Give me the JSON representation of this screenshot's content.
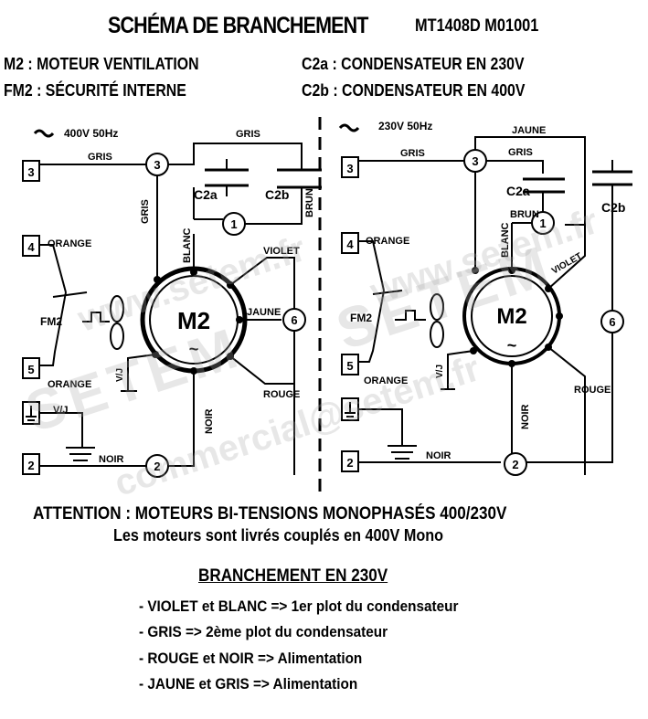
{
  "header": {
    "title": "SCHÉMA DE BRANCHEMENT",
    "model": "MT1408D M01001"
  },
  "legend": {
    "m2": "M2 : MOTEUR VENTILATION",
    "fm2": "FM2 : SÉCURITÉ INTERNE",
    "c2a": "C2a : CONDENSATEUR EN 230V",
    "c2b": "C2b : CONDENSATEUR EN 400V"
  },
  "left_diagram": {
    "supply": "400V 50Hz",
    "motor": "M2",
    "motor_symbol": "~",
    "thermal": "FM2",
    "cap_a": "C2a",
    "cap_b": "C2b",
    "wires": {
      "gris_top": "GRIS",
      "gris_feed": "GRIS",
      "gris_vertical": "GRIS",
      "brun": "BRUN",
      "blanc": "BLANC",
      "violet": "VIOLET",
      "jaune": "JAUNE",
      "rouge": "ROUGE",
      "orange_top": "ORANGE",
      "orange_bottom": "ORANGE",
      "vj_motor": "V/J",
      "vj_earth": "V/J",
      "noir_vertical": "NOIR",
      "noir_bottom": "NOIR"
    },
    "terminals": {
      "t3": "3",
      "t4": "4",
      "t5": "5",
      "t2": "2"
    },
    "nodes": {
      "n3": "3",
      "n1": "1",
      "n6": "6",
      "n2": "2"
    }
  },
  "right_diagram": {
    "supply": "230V 50Hz",
    "motor": "M2",
    "motor_symbol": "~",
    "thermal": "FM2",
    "cap_a": "C2a",
    "cap_b": "C2b",
    "wires": {
      "jaune_top": "JAUNE",
      "gris_feed": "GRIS",
      "gris_cap": "GRIS",
      "brun": "BRUN",
      "blanc": "BLANC",
      "violet": "VIOLET",
      "rouge": "ROUGE",
      "orange_top": "ORANGE",
      "orange_bottom": "ORANGE",
      "vj_motor": "V/J",
      "noir_vertical": "NOIR",
      "noir_bottom": "NOIR"
    },
    "terminals": {
      "t3": "3",
      "t4": "4",
      "t5": "5",
      "t2": "2"
    },
    "nodes": {
      "n3": "3",
      "n1": "1",
      "n6": "6",
      "n2": "2"
    }
  },
  "watermarks": {
    "site_1": "www.setem.fr",
    "site_2": "www.setem.fr",
    "brand_1": "SETEM",
    "brand_2": "SETEM",
    "email": "commercial@setem.fr"
  },
  "notes": {
    "attention": "ATTENTION : MOTEURS BI-TENSIONS MONOPHASÉS 400/230V",
    "delivery": "Les moteurs sont livrés couplés en 400V Mono",
    "section_title": "BRANCHEMENT EN 230V",
    "items": [
      "- VIOLET et BLANC => 1er plot du condensateur",
      "- GRIS => 2ème plot du condensateur",
      "- ROUGE et NOIR => Alimentation",
      "- JAUNE et GRIS => Alimentation"
    ]
  }
}
